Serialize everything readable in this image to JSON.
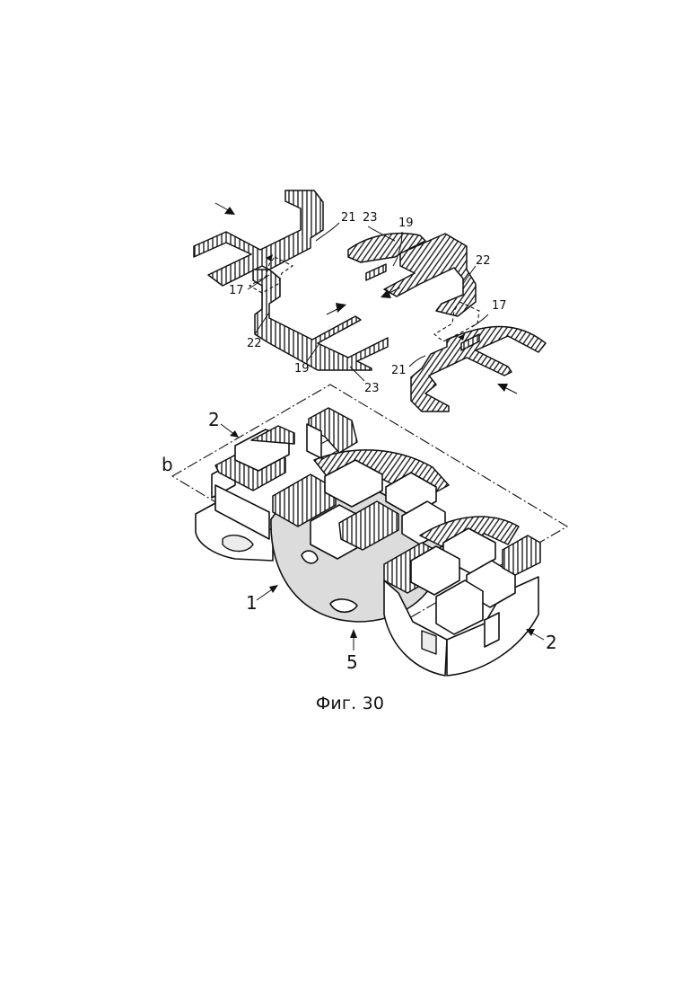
{
  "figure": {
    "caption": "Фиг. 30",
    "reference_numerals": {
      "n21_top_left": "21",
      "n23_top": "23",
      "n19_top": "19",
      "n22_right": "22",
      "n17_left": "17",
      "n22_left": "22",
      "n19_bottom": "19",
      "n23_bottom": "23",
      "n17_right": "17",
      "n21_bottom_right": "21",
      "n2_top_left": "2",
      "b_label": "b",
      "n1": "1",
      "n5": "5",
      "n2_bottom_right": "2"
    }
  }
}
